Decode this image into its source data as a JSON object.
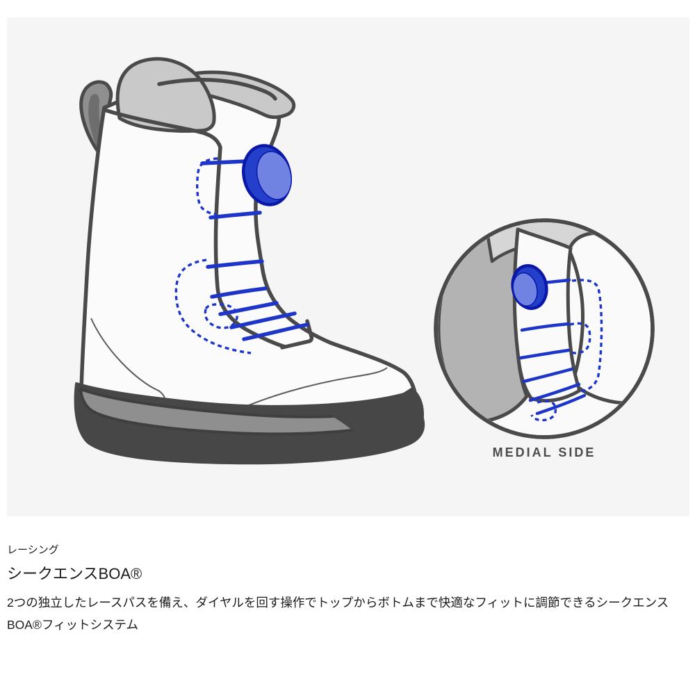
{
  "colors": {
    "accent": "#1d35c9",
    "dial": "#2440cb",
    "dialFace": "#7183e2",
    "dialEdge": "#0a18a8",
    "outline": "#4a4a4a",
    "panel": "#f5f5f5",
    "shell": "#fbfbfb",
    "liner": "#c9c9c9",
    "linerLight": "#d6d6d6",
    "insetGray": "#b3b3b3",
    "sole": "#8f8f8f",
    "outsole": "#474747",
    "tab": "#8f8f8f",
    "textDark": "#1b1b1b",
    "labelGray": "#4a4a4a"
  },
  "diagram": {
    "inset_label": "MEDIAL SIDE"
  },
  "description": {
    "category_label": "レーシング",
    "title": "シークエンスBOA®",
    "body": "2つの独立したレースパスを備え、ダイヤルを回す操作でトップからボトムまで快適なフィットに調節できるシークエンスBOA®フィットシステム"
  }
}
